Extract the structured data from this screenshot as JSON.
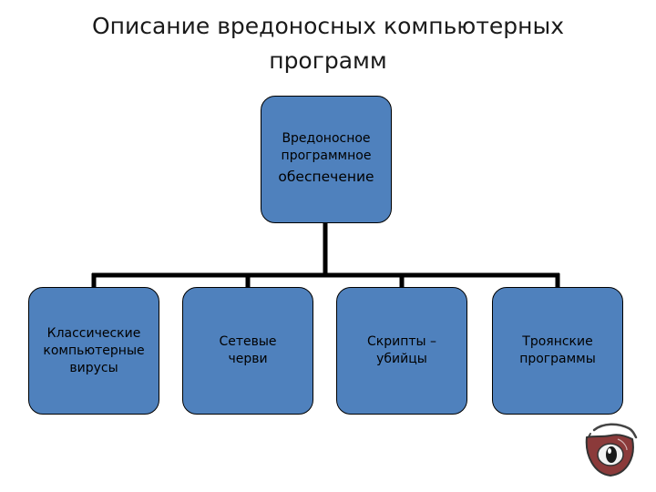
{
  "slide": {
    "title_lines": [
      "Описание вредоносных компьютерных",
      "программ"
    ]
  },
  "diagram": {
    "root": {
      "lines": [
        "Вредоносное",
        "программное",
        "обеспечение"
      ]
    },
    "children": [
      {
        "lines": [
          "Классические",
          "компьютерные",
          "вирусы"
        ]
      },
      {
        "lines": [
          "Сетевые",
          "черви"
        ]
      },
      {
        "lines": [
          "Скрипты –",
          "убийцы"
        ]
      },
      {
        "lines": [
          "Троянские",
          "программы"
        ]
      }
    ]
  },
  "colors": {
    "node_fill": "#4f81bd",
    "node_border": "#000000",
    "connector": "#000000",
    "logo_fill": "#8b3a3a"
  },
  "icons": {
    "corner_logo": "shield-eye-logo-icon"
  }
}
